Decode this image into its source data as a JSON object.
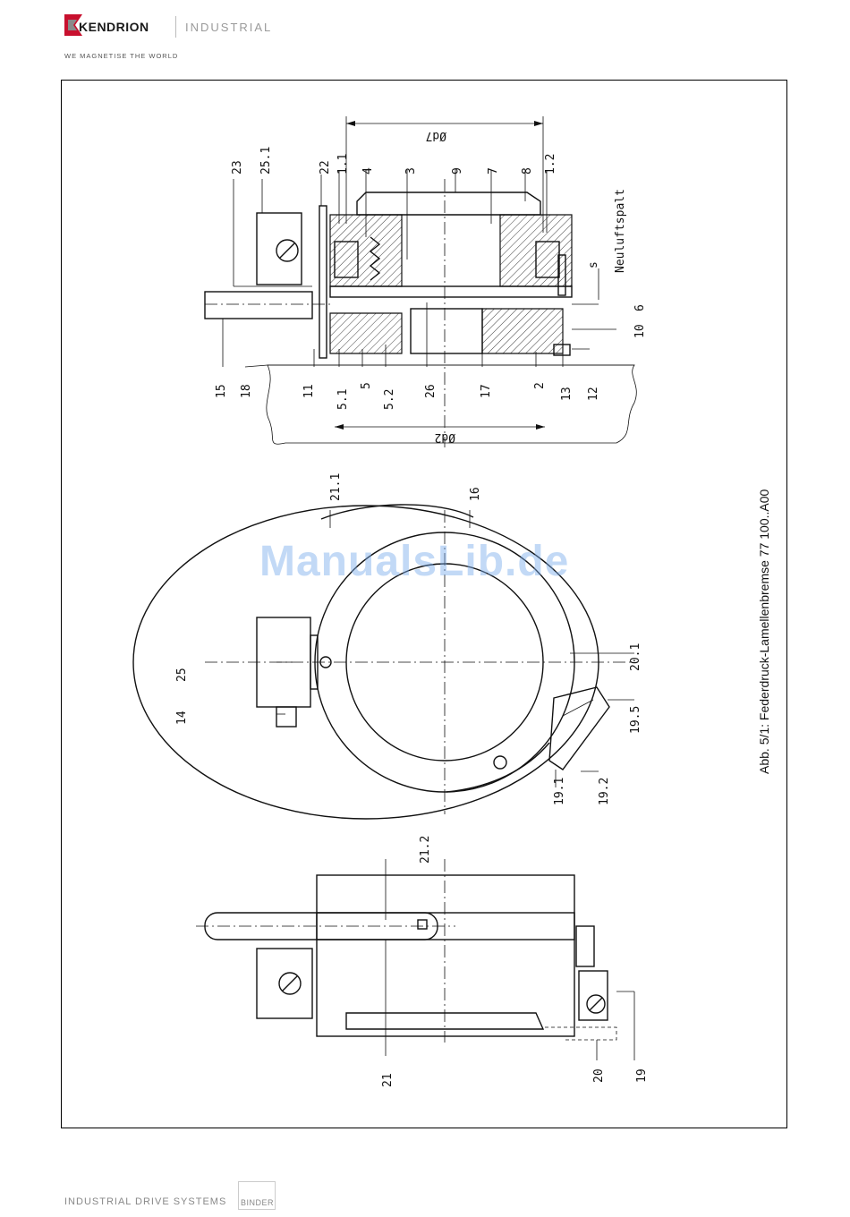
{
  "header": {
    "brand": "KENDRION",
    "division": "INDUSTRIAL",
    "tagline": "WE MAGNETISE THE WORLD"
  },
  "figure": {
    "caption": "Abb. 5/1: Federdruck-Lamellenbremse 77 100..A00",
    "labels_section_view": [
      "23",
      "25.1",
      "22",
      "1.1",
      "4",
      "3",
      "9",
      "7",
      "8",
      "1.2",
      "Ød7",
      "Neuluftspalt",
      "s",
      "6",
      "10",
      "12",
      "13",
      "2",
      "17",
      "26",
      "5.2",
      "5",
      "5.1",
      "11",
      "18",
      "15",
      "Ød2"
    ],
    "labels_front_view": [
      "21.1",
      "16",
      "25",
      "14",
      "20.1",
      "19.5",
      "19.2",
      "19.1"
    ],
    "labels_side_view": [
      "21.2",
      "21",
      "20",
      "19"
    ]
  },
  "watermark": "ManualsLib.de",
  "footer": {
    "left": "INDUSTRIAL DRIVE SYSTEMS",
    "binder": "BINDER"
  }
}
